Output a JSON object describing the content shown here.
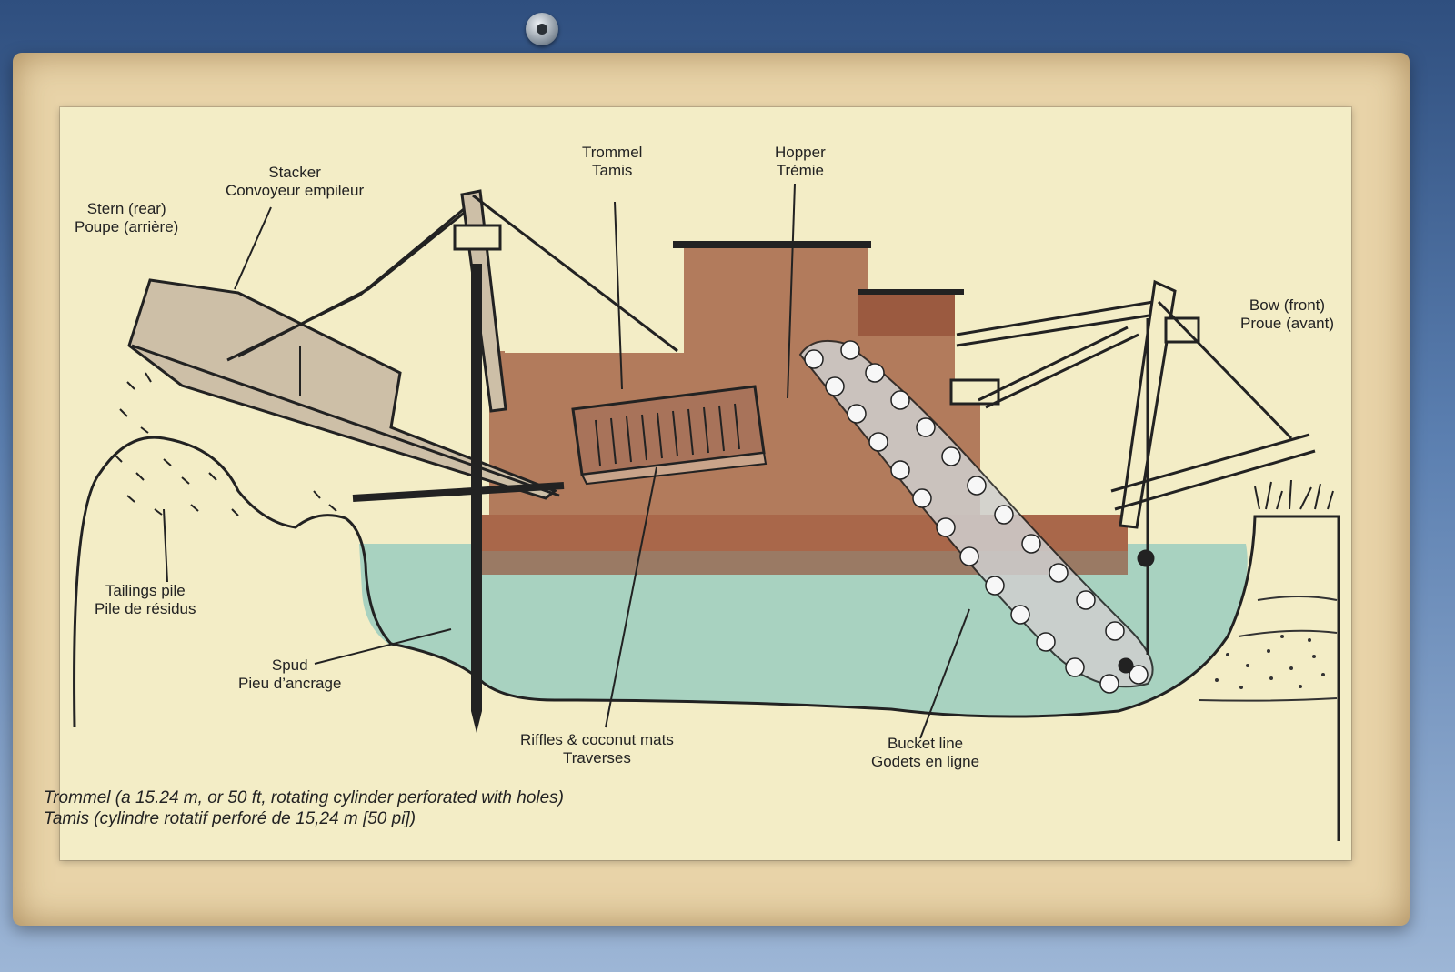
{
  "labels": {
    "stern": {
      "en": "Stern (rear)",
      "fr": "Poupe (arrière)"
    },
    "stacker": {
      "en": "Stacker",
      "fr": "Convoyeur empileur"
    },
    "trommel": {
      "en": "Trommel",
      "fr": "Tamis"
    },
    "hopper": {
      "en": "Hopper",
      "fr": "Trémie"
    },
    "bow": {
      "en": "Bow (front)",
      "fr": "Proue (avant)"
    },
    "tailings": {
      "en": "Tailings pile",
      "fr": "Pile de résidus"
    },
    "spud": {
      "en": "Spud",
      "fr": "Pieu d’ancrage"
    },
    "riffles": {
      "en": "Riffles & coconut mats",
      "fr": "Traverses"
    },
    "bucket": {
      "en": "Bucket line",
      "fr": "Godets en ligne"
    }
  },
  "caption": {
    "en": "Trommel (a 15.24 m, or 50 ft, rotating cylinder perforated with holes)",
    "fr": "Tamis (cylindre rotatif perforé de 15,24 m [50 pi])"
  },
  "colors": {
    "water": "#a8d2c0",
    "hull": "#a9674a",
    "superstructure": "#b27b5c",
    "stacker": "#cdbfa7",
    "ground": "#f3edc6"
  }
}
